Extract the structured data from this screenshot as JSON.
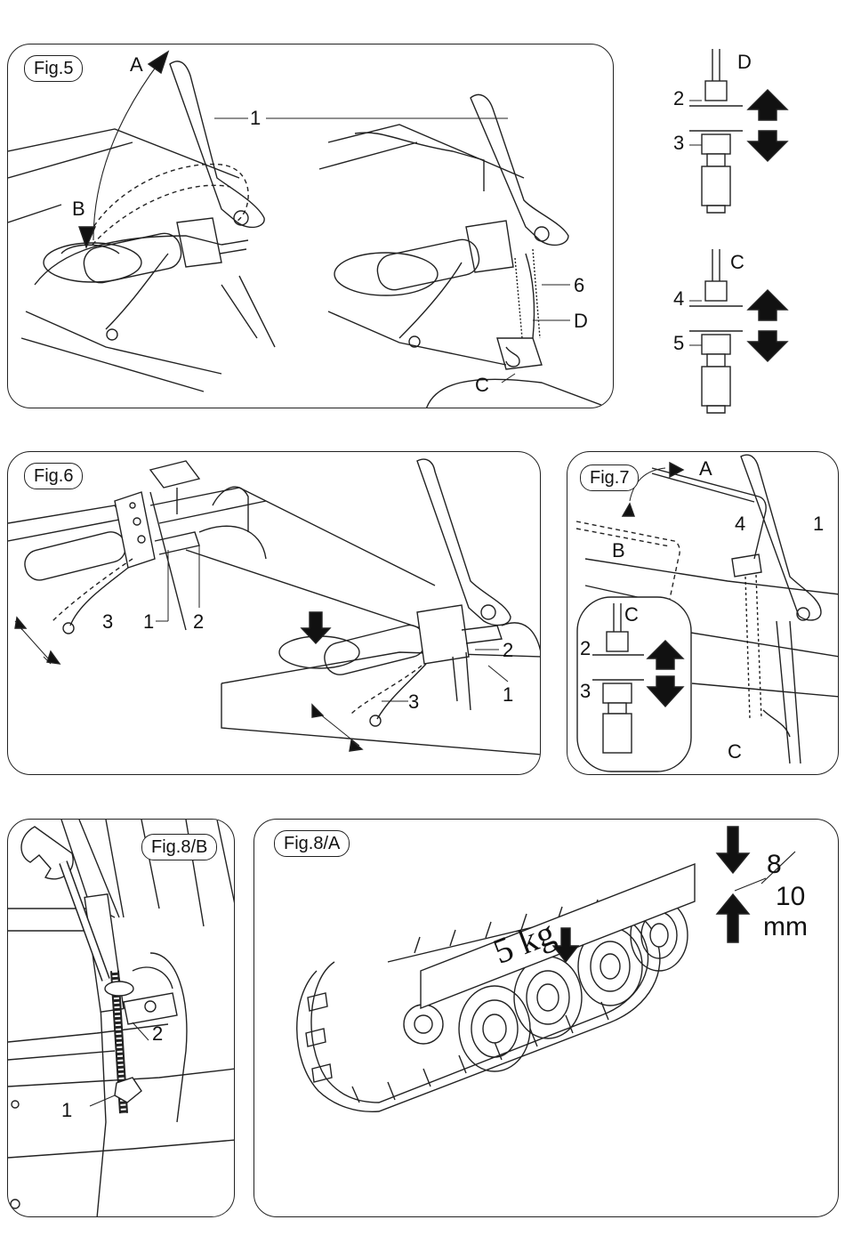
{
  "fig5": {
    "label": "Fig.5",
    "callouts": {
      "a": "A",
      "b": "B",
      "n1": "1",
      "n6": "6",
      "d": "D",
      "c": "C"
    },
    "side_top": {
      "d": "D",
      "n2": "2",
      "n3": "3"
    },
    "side_bottom": {
      "c": "C",
      "n4": "4",
      "n5": "5"
    }
  },
  "fig6": {
    "label": "Fig.6",
    "callouts": {
      "n3a": "3",
      "n1a": "1",
      "n2a": "2",
      "n2b": "2",
      "n1b": "1",
      "n3b": "3"
    }
  },
  "fig7": {
    "label": "Fig.7",
    "callouts": {
      "a": "A",
      "n4": "4",
      "n1": "1",
      "b": "B",
      "c": "C",
      "c2": "C",
      "n2": "2",
      "n3": "3"
    }
  },
  "fig8b": {
    "label": "Fig.8/B",
    "callouts": {
      "n2": "2",
      "n1": "1"
    }
  },
  "fig8a": {
    "label": "Fig.8/A",
    "weight": "5 kg",
    "gap_top": "8",
    "gap_bottom": "10",
    "gap_unit": "mm"
  }
}
